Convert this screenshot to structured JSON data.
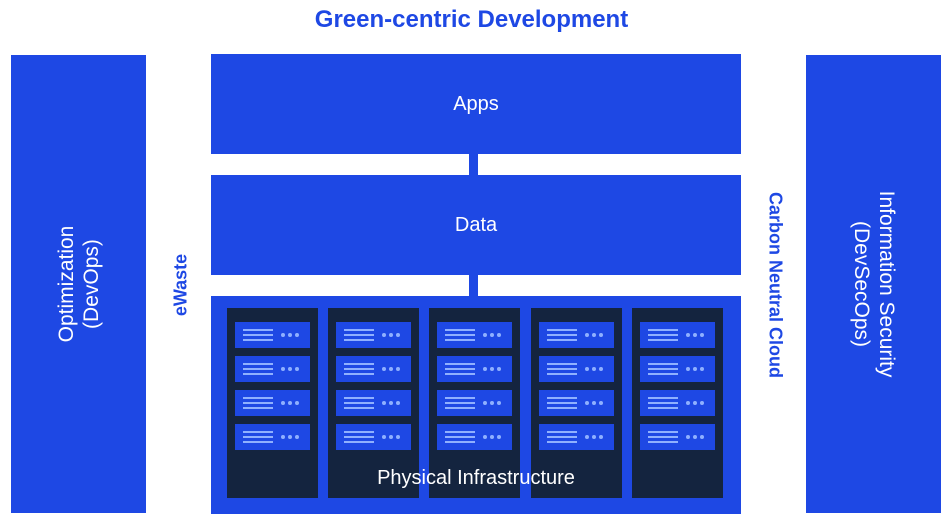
{
  "title": "Green-centric Development",
  "left_pillar": {
    "line1": "Optimization",
    "line2": "(DevOps)"
  },
  "right_pillar": {
    "line1": "Information Security",
    "line2": "(DevSecOps)"
  },
  "left_label": "eWaste",
  "right_label": "Carbon Neutral Cloud",
  "layers": {
    "apps": "Apps",
    "data": "Data",
    "infrastructure": "Physical Infrastructure"
  },
  "racks": {
    "count": 5,
    "units_per_rack": 4
  },
  "colors": {
    "primary_blue": "#1e48e4",
    "rack_dark": "#14243f",
    "server_accent": "#8fb0ff",
    "background": "#ffffff"
  }
}
